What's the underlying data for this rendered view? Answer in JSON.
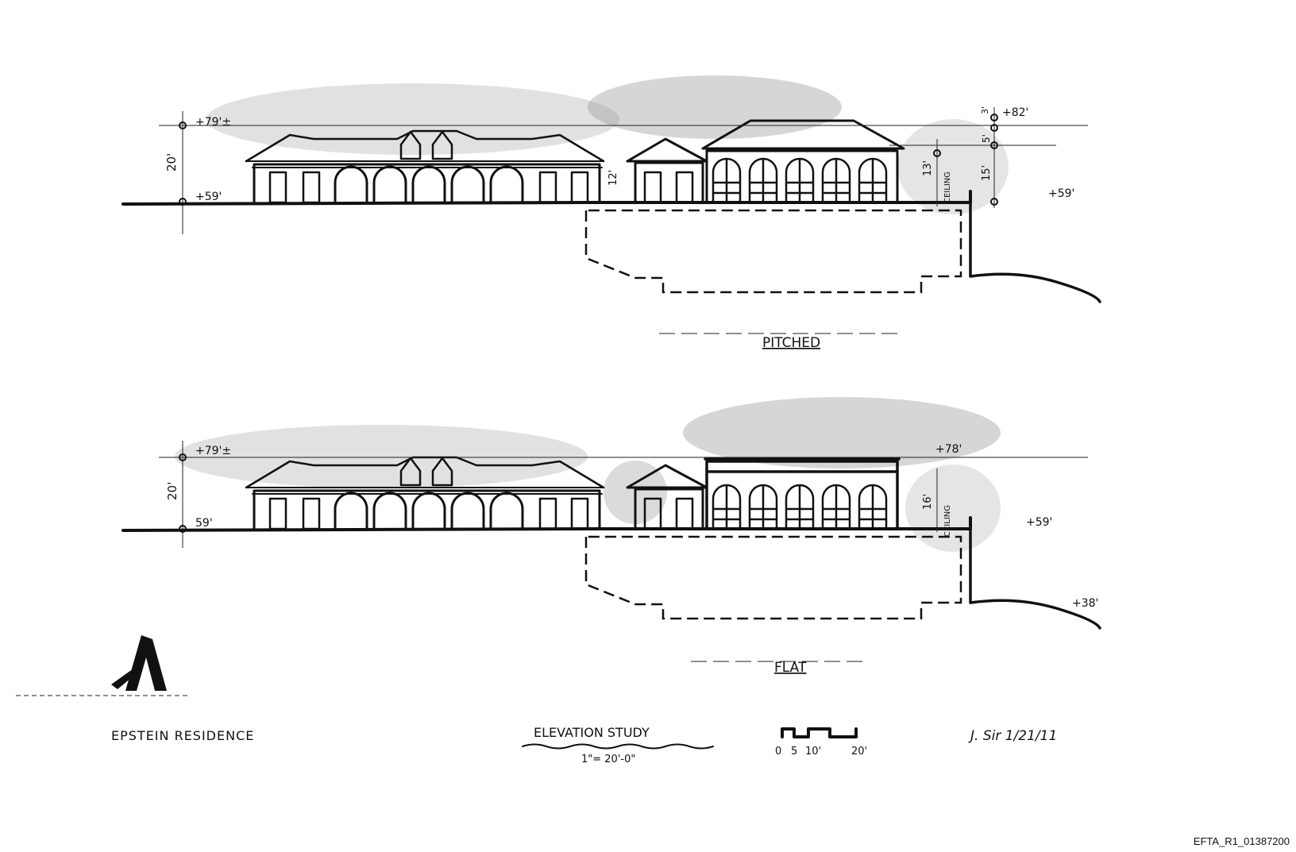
{
  "drawing": {
    "elevation_pitched": {
      "title": "PITCHED",
      "levels": {
        "top_left": "+79'±",
        "height_left": "20'",
        "base_left": "+59'",
        "wing_height": "12'",
        "ceiling_height": "13'",
        "ceiling_label": "CEILING",
        "top_right": "+82'",
        "dim_a": "3'",
        "dim_b": "5'",
        "dim_c": "15'",
        "base_right": "+59'"
      }
    },
    "elevation_flat": {
      "title": "FLAT",
      "levels": {
        "top_left": "+79'±",
        "height_left": "20'",
        "base_left": "59'",
        "ceiling_height": "16'",
        "ceiling_label": "CEILING",
        "top_right": "+78'",
        "base_right": "+59'",
        "terrain_level": "+38'"
      }
    }
  },
  "title_block": {
    "project": "EPSTEIN RESIDENCE",
    "sheet_title": "ELEVATION STUDY",
    "scale": "1\"= 20'-0\"",
    "scale_bar_ticks": [
      "0",
      "5",
      "10'",
      "20'"
    ],
    "signature": "J. Sir  1/21/11"
  },
  "document_id": "EFTA_R1_01387200"
}
